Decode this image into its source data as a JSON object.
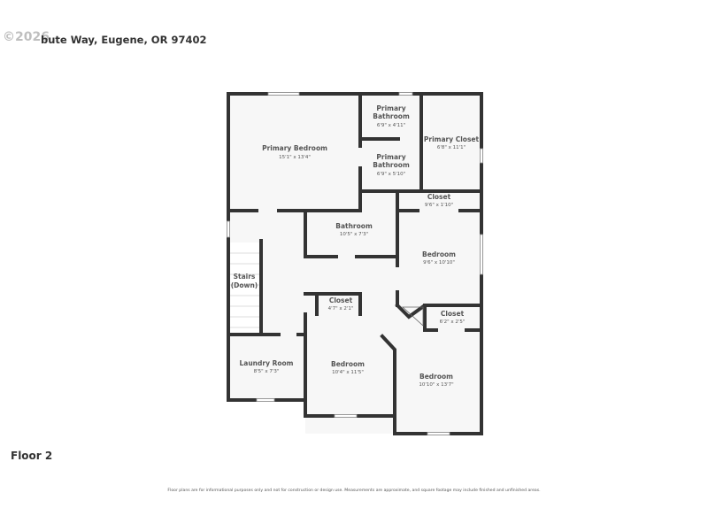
{
  "header": {
    "address": "bute Way, Eugene, OR 97402",
    "watermark": "©2026"
  },
  "floor_label": "Floor 2",
  "disclaimer": "Floor plans are for informational purposes only and not for construction or design use. Measurements are approximate, and square footage may include finished and unfinished areas.",
  "rooms": [
    {
      "name": "Primary Bedroom",
      "dims": "15'1\" x 13'4\""
    },
    {
      "name": "Primary Bathroom",
      "dims": "6'9\" x 4'11\""
    },
    {
      "name": "Primary Bathroom",
      "dims": "6'9\" x 5'10\""
    },
    {
      "name": "Primary Closet",
      "dims": "6'8\" x 11'1\""
    },
    {
      "name": "Closet",
      "dims": "9'6\" x 1'10\""
    },
    {
      "name": "Bathroom",
      "dims": "10'5\" x 7'3\""
    },
    {
      "name": "Bedroom",
      "dims": "9'6\" x 10'10\""
    },
    {
      "name": "Stairs (Down)",
      "dims": ""
    },
    {
      "name": "Closet",
      "dims": "4'7\" x 2'1\""
    },
    {
      "name": "Closet",
      "dims": "6'2\" x 2'5\""
    },
    {
      "name": "Laundry Room",
      "dims": "8'5\" x 7'3\""
    },
    {
      "name": "Bedroom",
      "dims": "10'4\" x 11'5\""
    },
    {
      "name": "Bedroom",
      "dims": "10'10\" x 13'7\""
    }
  ]
}
